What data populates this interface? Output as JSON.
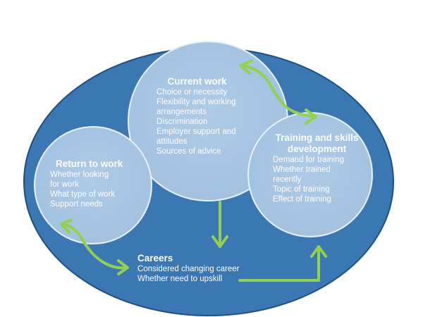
{
  "diagram": {
    "colors": {
      "outer": "#3a77b3",
      "outer_edge": "#1f4f80",
      "bubble": "#a9c7e4",
      "bubble_edge": "#e9f1f9",
      "arrow": "#92d050"
    },
    "current_work": {
      "title": "Current work",
      "items": [
        "Choice or necessity",
        "Flexibility  and working",
        "arrangements",
        "Discrimination",
        "Employer  support and",
        "attitudes",
        "Sources of advice"
      ]
    },
    "training": {
      "title_line1": "Training and skills",
      "title_line2": "development",
      "items": [
        "Demand  for training",
        "Whether trained",
        "recently",
        "Topic of training",
        "Effect of training"
      ]
    },
    "return_to_work": {
      "title": "Return to work",
      "items": [
        "Whether looking",
        "for work",
        "What type of work",
        "Support needs"
      ]
    },
    "careers": {
      "title": "Careers",
      "items": [
        "Considered changing career",
        "Whether need to upskill"
      ]
    }
  }
}
